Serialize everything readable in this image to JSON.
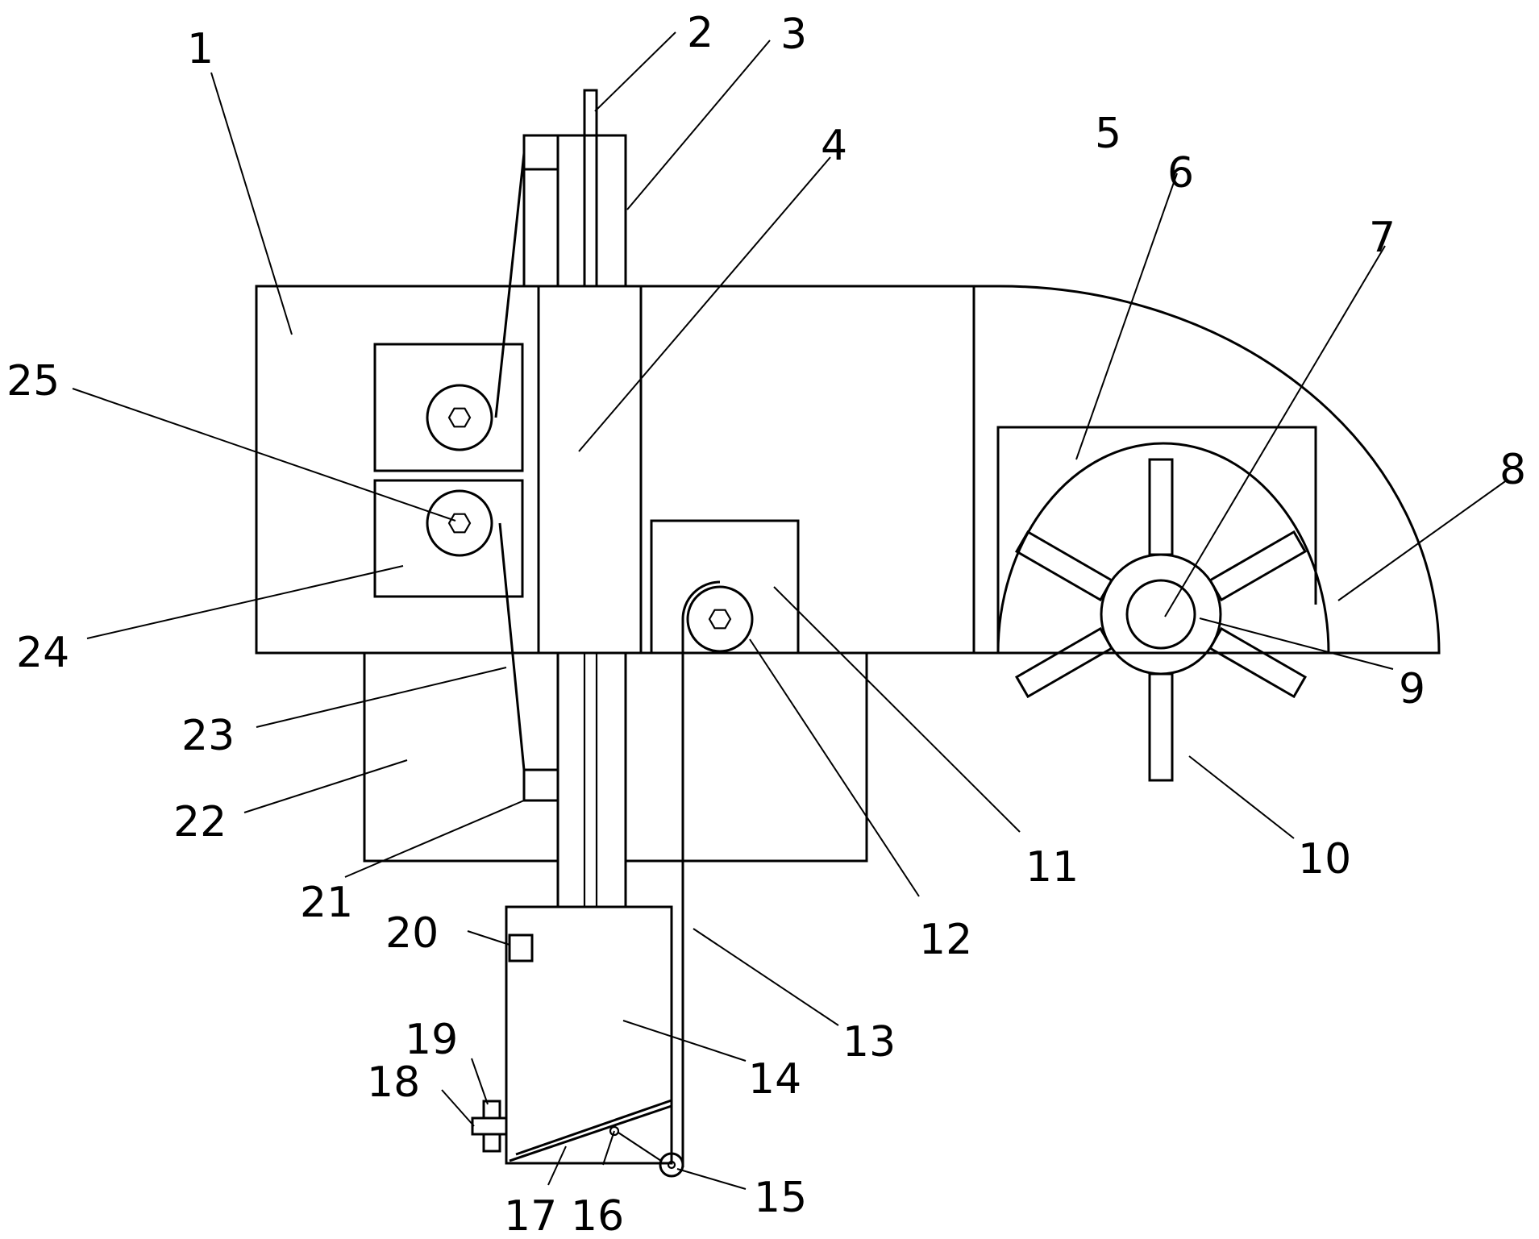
{
  "labels": [
    {
      "id": "1",
      "text": "1"
    },
    {
      "id": "2",
      "text": "2"
    },
    {
      "id": "3",
      "text": "3"
    },
    {
      "id": "4",
      "text": "4"
    },
    {
      "id": "5",
      "text": "5"
    },
    {
      "id": "6",
      "text": "6"
    },
    {
      "id": "7",
      "text": "7"
    },
    {
      "id": "8",
      "text": "8"
    },
    {
      "id": "9",
      "text": "9"
    },
    {
      "id": "10",
      "text": "10"
    },
    {
      "id": "11",
      "text": "11"
    },
    {
      "id": "12",
      "text": "12"
    },
    {
      "id": "13",
      "text": "13"
    },
    {
      "id": "14",
      "text": "14"
    },
    {
      "id": "15",
      "text": "15"
    },
    {
      "id": "16",
      "text": "16"
    },
    {
      "id": "17",
      "text": "17"
    },
    {
      "id": "18",
      "text": "18"
    },
    {
      "id": "19",
      "text": "19"
    },
    {
      "id": "20",
      "text": "20"
    },
    {
      "id": "21",
      "text": "21"
    },
    {
      "id": "22",
      "text": "22"
    },
    {
      "id": "23",
      "text": "23"
    },
    {
      "id": "24",
      "text": "24"
    },
    {
      "id": "25",
      "text": "25"
    }
  ],
  "colors": {
    "line": "#000000",
    "background": "#ffffff"
  }
}
